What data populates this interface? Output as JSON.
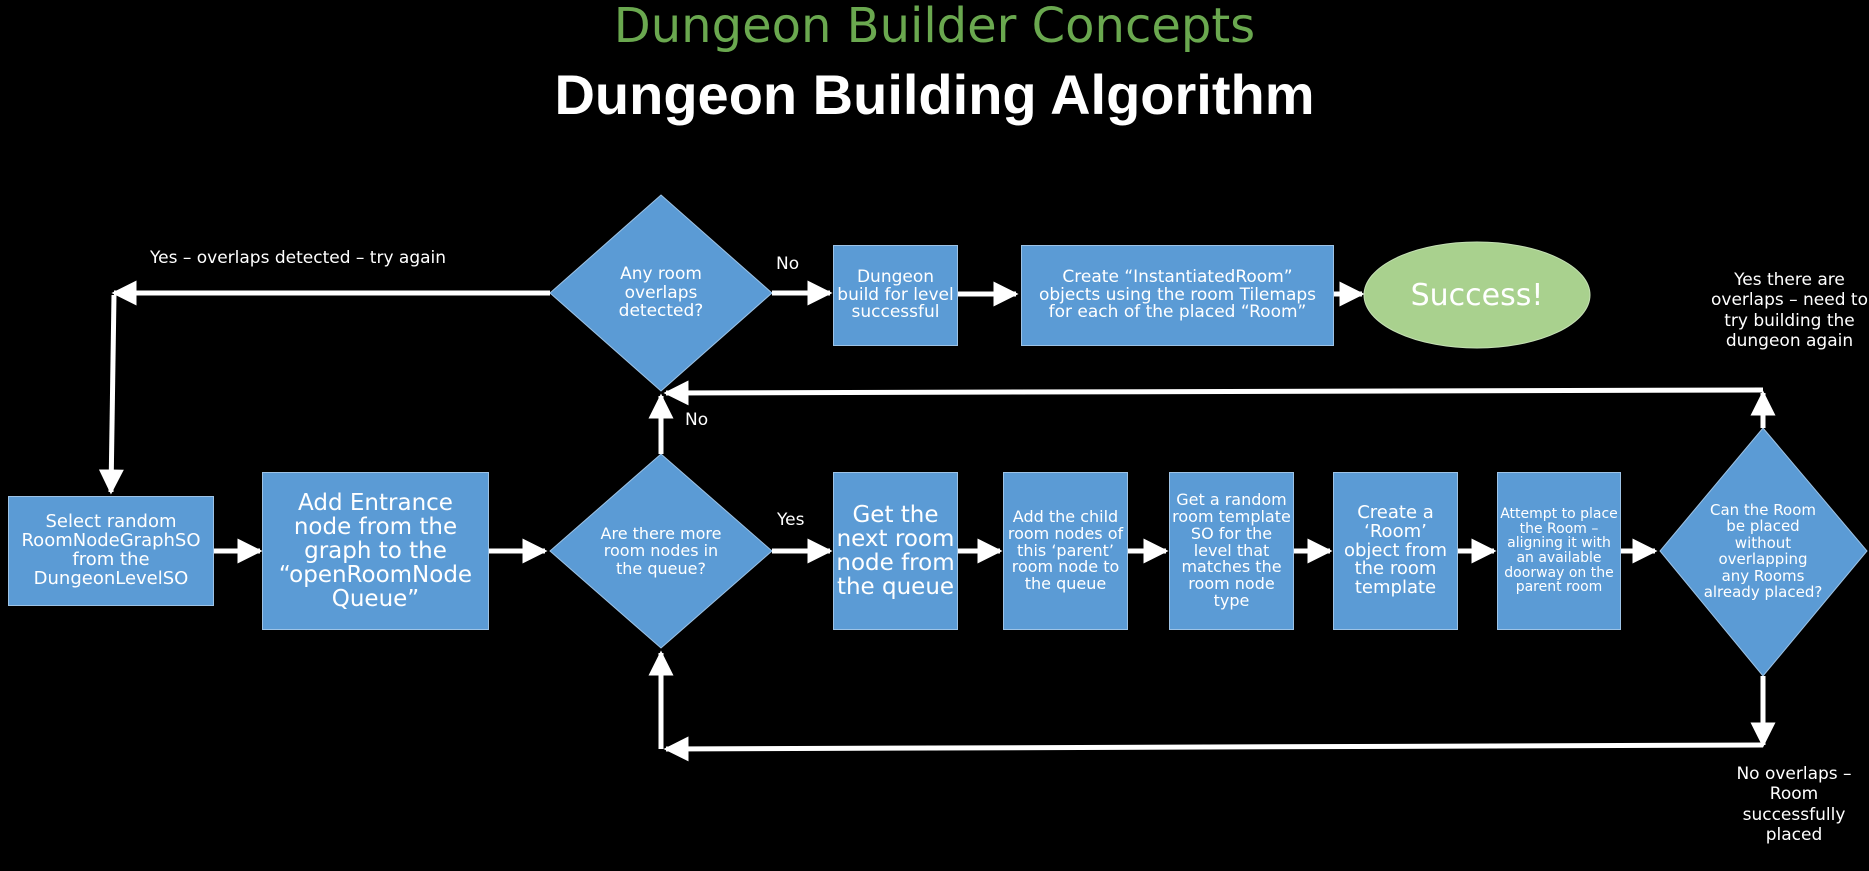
{
  "header": {
    "subtitle": "Dungeon Builder Concepts",
    "title": "Dungeon Building Algorithm"
  },
  "nodes": {
    "select_graph": "Select random RoomNodeGraphSO from the DungeonLevelSO",
    "add_entrance": "Add Entrance node from the graph to the “openRoomNode Queue”",
    "more_nodes": "Are there more room nodes in the queue?",
    "get_next": "Get the next room node from the queue",
    "add_child": "Add the child room nodes of this ‘parent’ room  node to the queue",
    "random_template": "Get a random room template SO for the level that matches the room node type",
    "create_room": "Create a ‘Room’ object from the room template",
    "attempt_place": "Attempt to place the Room – aligning it with an available doorway on the parent room",
    "can_place": "Can the Room be placed without overlapping any Rooms already placed?",
    "any_overlaps": "Any room overlaps detected?",
    "build_success": "Dungeon build for level successful",
    "instantiate": "Create “InstantiatedRoom” objects using the room Tilemaps for each of the placed “Room”",
    "success": "Success!"
  },
  "labels": {
    "retry": "Yes – overlaps detected – try again",
    "no_top": "No",
    "no_mid": "No",
    "yes_mid": "Yes",
    "overlap_again": "Yes there are overlaps – need to try building the dungeon again",
    "no_overlaps": "No overlaps  – Room successfully placed"
  },
  "colors": {
    "box_fill": "#5b9bd5",
    "success_fill": "#a9d18e",
    "subtitle": "#6aa84f",
    "background": "#000000"
  }
}
